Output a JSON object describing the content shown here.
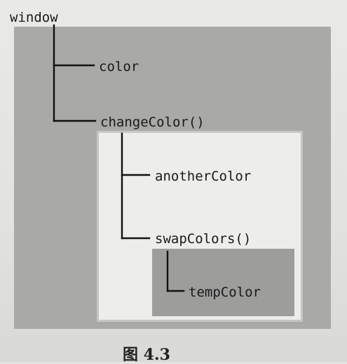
{
  "tree": {
    "root": "window",
    "window_children": {
      "variable": "color",
      "function": "changeColor()"
    },
    "changeColor_children": {
      "variable": "anotherColor",
      "function": "swapColors()"
    },
    "swapColors_children": {
      "variable": "tempColor"
    }
  },
  "caption": {
    "text": "图 4.3"
  },
  "colors": {
    "window_scope": "#a9a9a7",
    "changeColor_scope": "#ededeb",
    "swapColors_scope": "#9d9d9b",
    "lines": "#111111"
  }
}
